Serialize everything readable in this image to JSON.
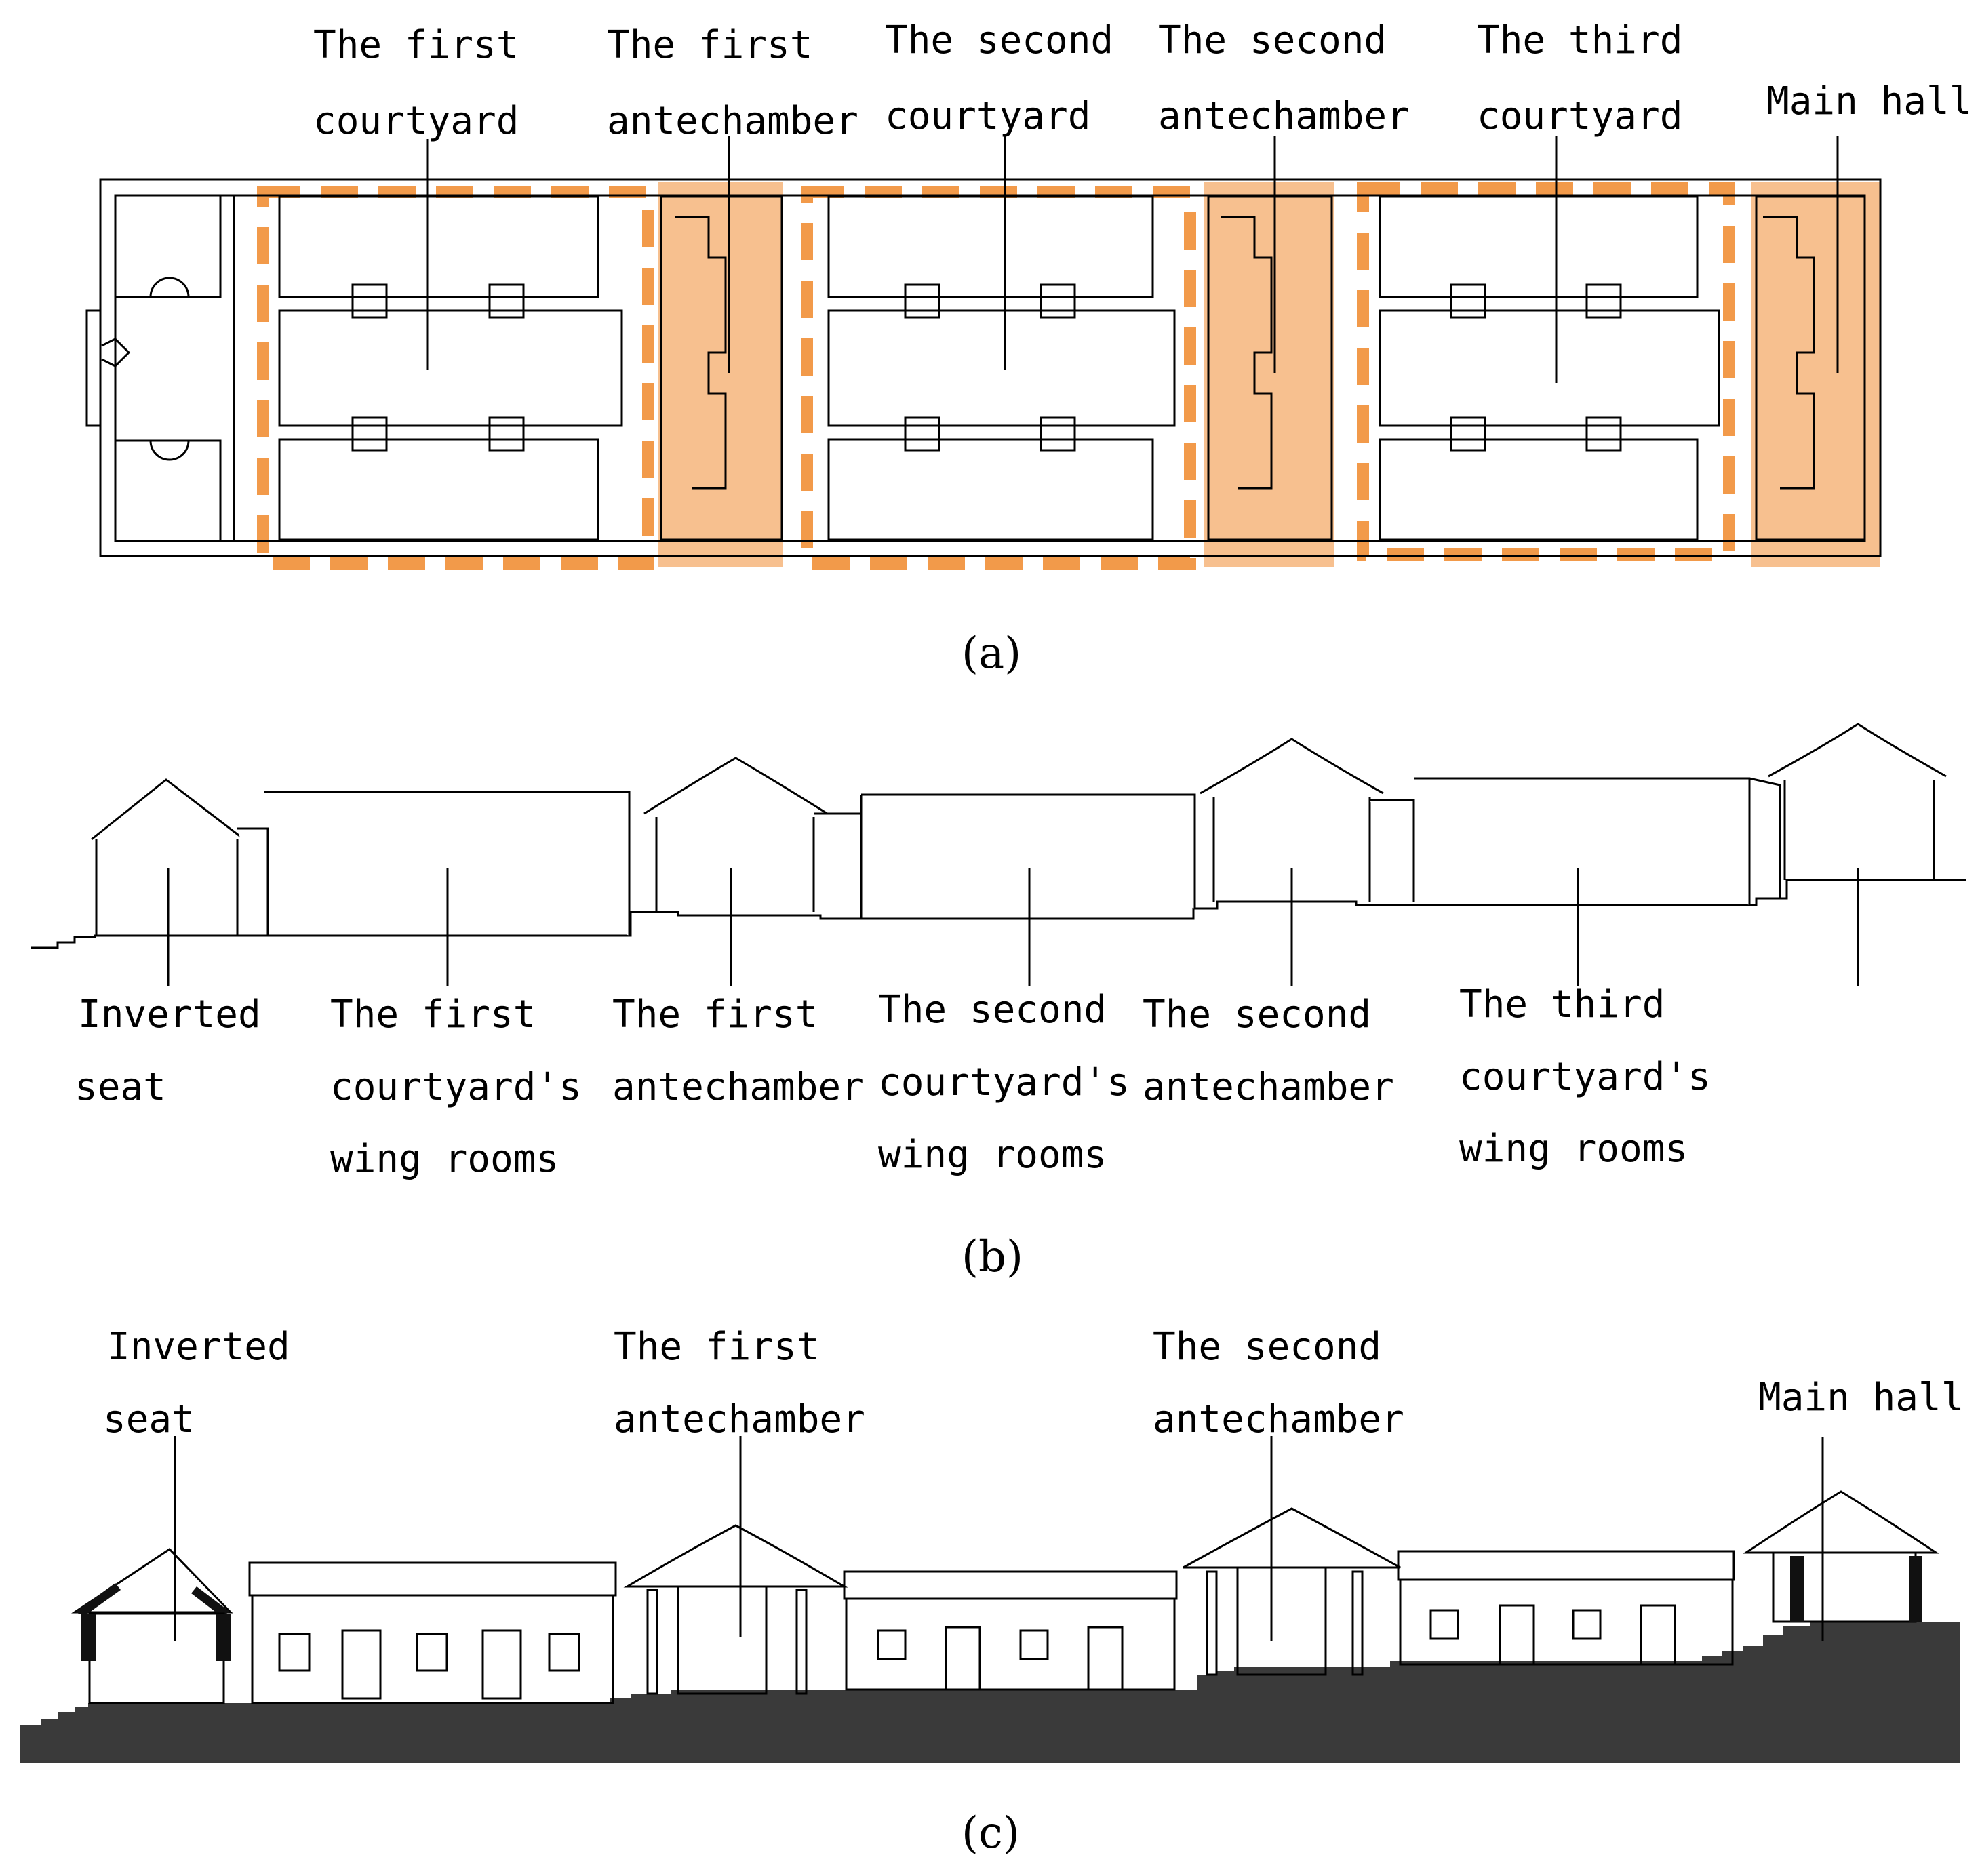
{
  "panel_a": {
    "labels": [
      {
        "id": "courtyard1",
        "lines": [
          "The first",
          "courtyard"
        ]
      },
      {
        "id": "antechamber1",
        "lines": [
          "The first",
          "antechamber"
        ]
      },
      {
        "id": "courtyard2",
        "lines": [
          "The second",
          "courtyard"
        ]
      },
      {
        "id": "antechamber2",
        "lines": [
          "The second",
          "antechamber"
        ]
      },
      {
        "id": "courtyard3",
        "lines": [
          "The third",
          "courtyard"
        ]
      },
      {
        "id": "mainhall",
        "lines": [
          "Main hall"
        ]
      }
    ],
    "caption": "(a)",
    "colors": {
      "highlight_fill": "#f7c08f",
      "highlight_dash": "#f29a4a"
    }
  },
  "panel_b": {
    "labels": [
      {
        "id": "inverted_seat",
        "lines": [
          "Inverted",
          "seat"
        ]
      },
      {
        "id": "wing1",
        "lines": [
          "The first",
          "courtyard's",
          "wing rooms"
        ]
      },
      {
        "id": "antechamber1",
        "lines": [
          "The first",
          "antechamber"
        ]
      },
      {
        "id": "wing2",
        "lines": [
          "The second",
          "courtyard's",
          "wing rooms"
        ]
      },
      {
        "id": "antechamber2",
        "lines": [
          "The second",
          "antechamber"
        ]
      },
      {
        "id": "wing3",
        "lines": [
          "The third",
          "courtyard's",
          "wing rooms"
        ]
      }
    ],
    "caption": "(b)"
  },
  "panel_c": {
    "labels": [
      {
        "id": "inverted_seat",
        "lines": [
          "Inverted",
          "seat"
        ]
      },
      {
        "id": "antechamber1",
        "lines": [
          "The first",
          "antechamber"
        ]
      },
      {
        "id": "antechamber2",
        "lines": [
          "The second",
          "antechamber"
        ]
      },
      {
        "id": "mainhall",
        "lines": [
          "Main hall"
        ]
      }
    ],
    "caption": "(c)",
    "colors": {
      "ground": "#3a3a3a",
      "wall_tone": "#d9d9d9"
    }
  }
}
